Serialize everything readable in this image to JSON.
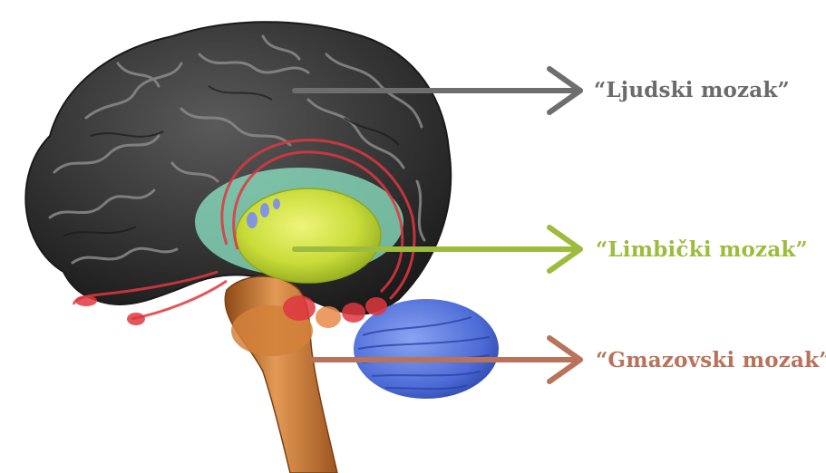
{
  "labels": {
    "human": {
      "text": "“Ljudski mozak”",
      "color": "#6b6b6b"
    },
    "limbic": {
      "text": "“Limbički mozak”",
      "color": "#9dbb3d"
    },
    "reptile": {
      "text": "“Gmazovski mozak”",
      "color": "#b8735a"
    }
  },
  "colors": {
    "cortex": "#3c3c3c",
    "cortex_highlight": "#8a8a8a",
    "limbic_yellow": "#c9dc3a",
    "limbic_mint": "#8fe8c8",
    "red_structures": "#e0373f",
    "brainstem": "#c8712a",
    "cerebellum": "#4c6bd6",
    "arrow_gray": "#6e6e6e",
    "arrow_green": "#9dbb3d",
    "arrow_brown": "#b8735a"
  }
}
